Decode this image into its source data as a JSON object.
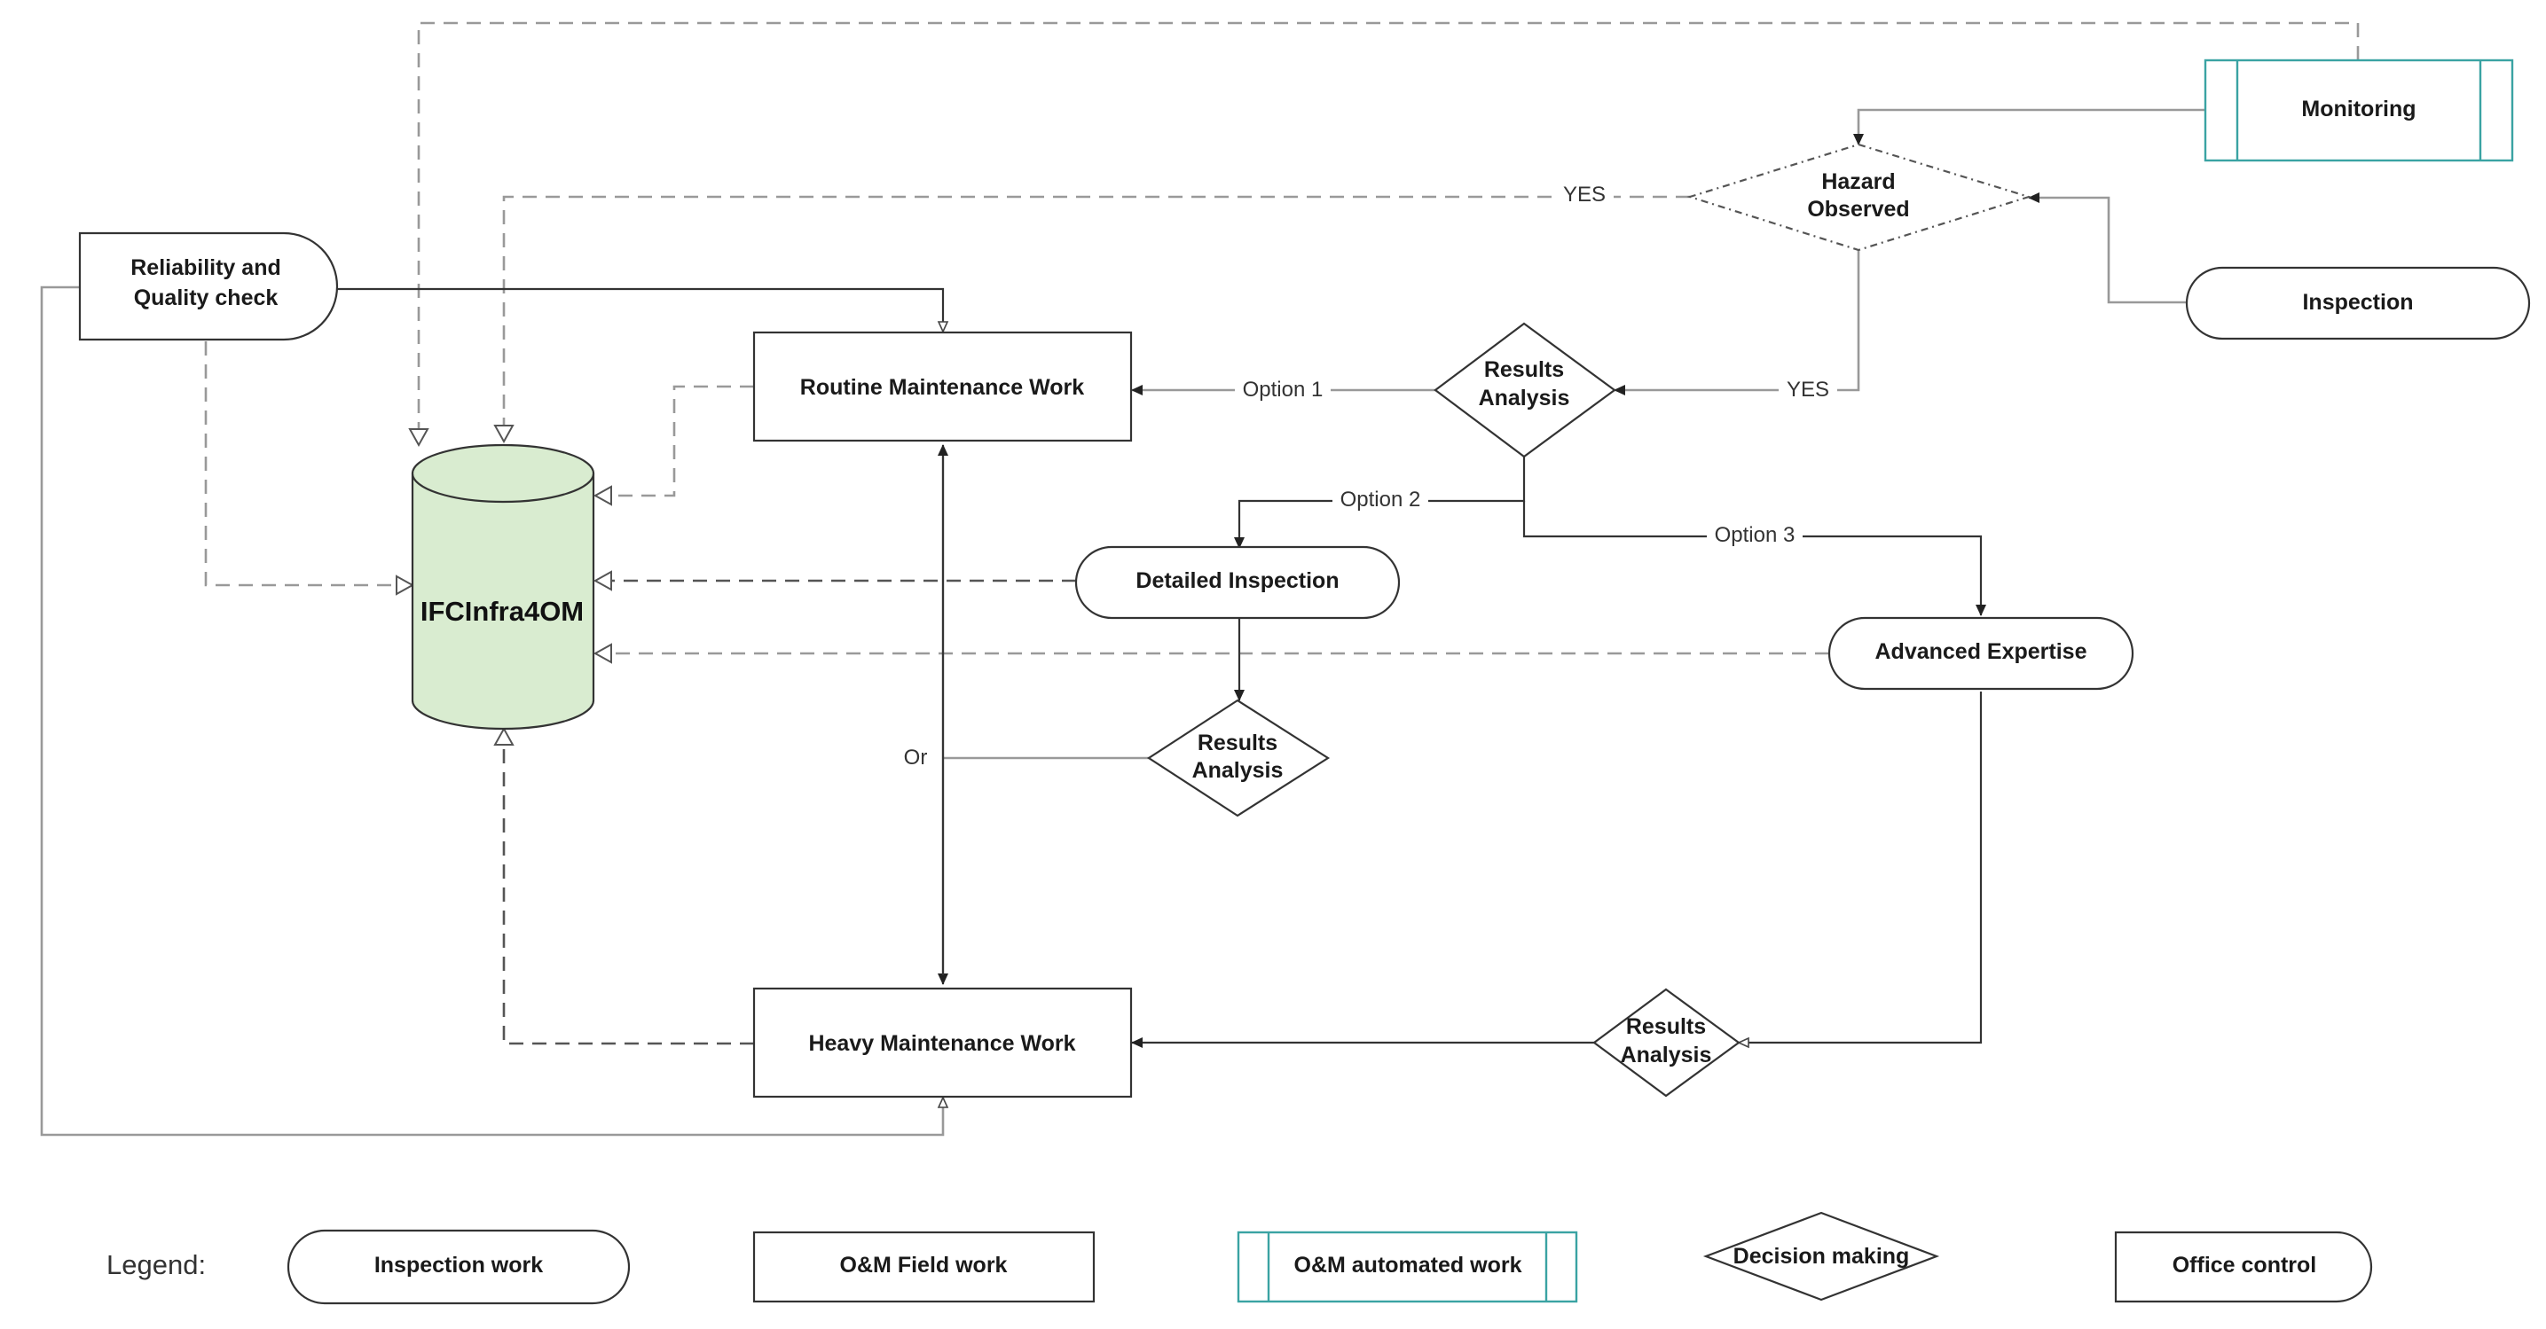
{
  "nodes": {
    "monitoring": "Monitoring",
    "hazard": [
      "Hazard",
      "Observed"
    ],
    "inspection": "Inspection",
    "reliability": [
      "Reliability and",
      "Quality check"
    ],
    "routine": "Routine Maintenance Work",
    "results_top": [
      "Results",
      "Analysis"
    ],
    "detailed": "Detailed Inspection",
    "advanced": "Advanced Expertise",
    "results_mid": [
      "Results",
      "Analysis"
    ],
    "heavy": "Heavy Maintenance Work",
    "results_bottom": [
      "Results",
      "Analysis"
    ],
    "database": "IFCInfra4OM"
  },
  "edge_labels": {
    "yes_left": "YES",
    "yes_right": "YES",
    "option1": "Option 1",
    "option2": "Option 2",
    "option3": "Option 3",
    "or": "Or"
  },
  "legend": {
    "title": "Legend:",
    "inspection_work": "Inspection work",
    "field_work": "O&M Field work",
    "automated_work": "O&M automated work",
    "decision_making": "Decision making",
    "office_control": "Office control"
  },
  "colors": {
    "automated_border": "#3aa3a3",
    "database_fill": "#d9ecd0",
    "dashed_line": "#999999"
  }
}
